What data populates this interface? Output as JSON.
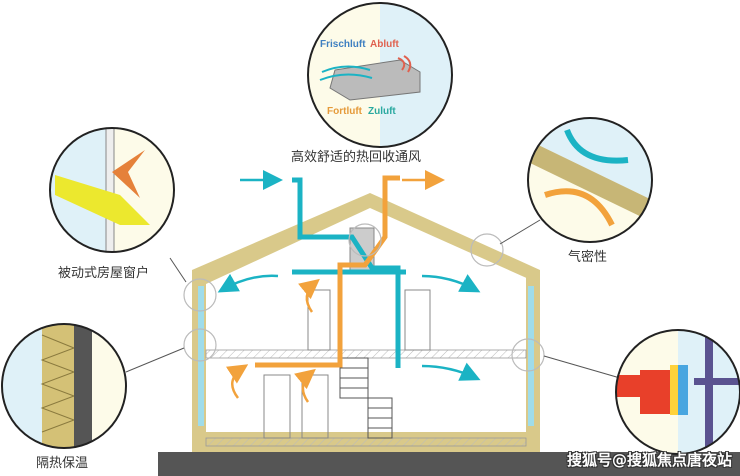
{
  "labels": {
    "ventilation": "高效舒适的热回收通风",
    "windows": "被动式房屋窗户",
    "airtight": "气密性",
    "insulation": "隔热保温"
  },
  "ventilation_detail": {
    "fresh_air": "Frischluft",
    "exhaust_air": "Abluft",
    "outgoing_air": "Fortluft",
    "supply_air": "Zuluft"
  },
  "watermark": "搜狐号@搜狐焦点唐夜站",
  "colors": {
    "fresh": "#1bb3c4",
    "warm": "#f2a23c",
    "wall": "#d9c98a",
    "cold_bg": "#dff1f8",
    "warm_bg": "#fdfbe9",
    "exhaust": "#e0614f"
  }
}
